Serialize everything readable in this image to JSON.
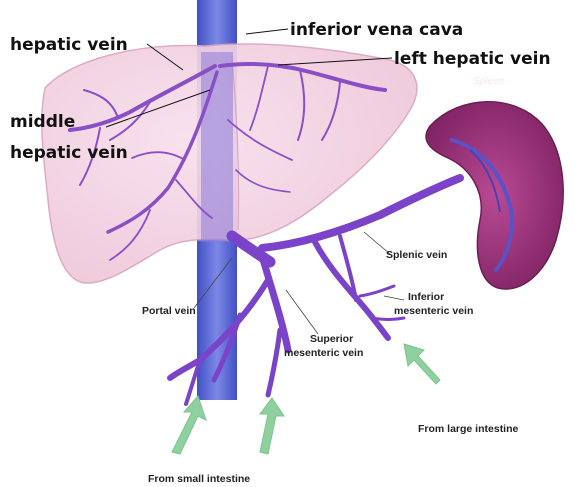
{
  "labels": {
    "hepatic_vein": "hepatic vein",
    "inferior_vena_cava": "inferior vena cava",
    "left_hepatic_vein": "left hepatic vein",
    "middle_hepatic_vein_line1": "middle",
    "middle_hepatic_vein_line2": "hepatic vein",
    "spleen": "Spleen",
    "splenic_vein": "Splenic vein",
    "portal_vein": "Portal vein",
    "inferior_mesenteric_vein_line1": "Inferior",
    "inferior_mesenteric_vein_line2": "mesenteric vein",
    "superior_mesenteric_vein_line1": "Superior",
    "superior_mesenteric_vein_line2": "mesenteric vein",
    "from_large_intestine": "From large intestine",
    "from_small_intestine": "From small intestine"
  },
  "colors": {
    "liver_fill": "#f3d3e2",
    "liver_edge": "#d9a6c0",
    "vena_cava": "#5d6bd4",
    "vein": "#7a43c9",
    "spleen": "#a2367e",
    "arrow": "#8fd19e"
  }
}
